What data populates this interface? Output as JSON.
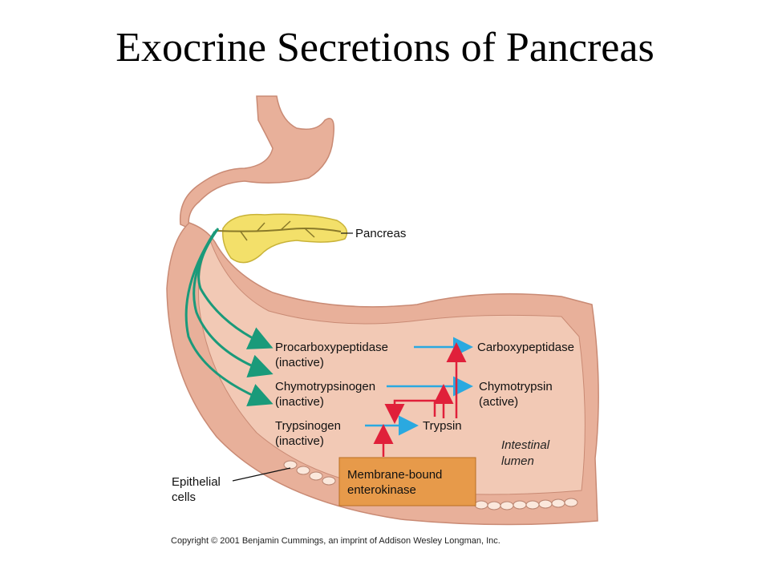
{
  "slide": {
    "title": "Exocrine Secretions of Pancreas"
  },
  "diagram": {
    "pancreas_label": "Pancreas",
    "epithelial_label_line1": "Epithelial",
    "epithelial_label_line2": "cells",
    "lumen_label_line1": "Intestinal",
    "lumen_label_line2": "lumen",
    "enzymes": {
      "procarboxypeptidase": "Procarboxypeptidase",
      "procarboxypeptidase_state": "(inactive)",
      "carboxypeptidase": "Carboxypeptidase",
      "chymotrypsinogen": "Chymotrypsinogen",
      "chymotrypsinogen_state": "(inactive)",
      "chymotrypsin": "Chymotrypsin",
      "chymotrypsin_state": "(active)",
      "trypsinogen": "Trypsinogen",
      "trypsinogen_state": "(inactive)",
      "trypsin": "Trypsin"
    },
    "enterokinase_line1": "Membrane-bound",
    "enterokinase_line2": "enterokinase",
    "colors": {
      "tissue": "#e8b09a",
      "tissue_dark": "#c98a74",
      "lumen": "#f2c9b5",
      "pancreas": "#f3e06a",
      "duct_arrow": "#1a9a7a",
      "blue_arrow": "#2aa9e0",
      "red_arrow": "#e0203a",
      "enterokinase_box": "#e79a4a"
    }
  },
  "copyright": "Copyright © 2001 Benjamin Cummings, an imprint of Addison Wesley Longman, Inc."
}
